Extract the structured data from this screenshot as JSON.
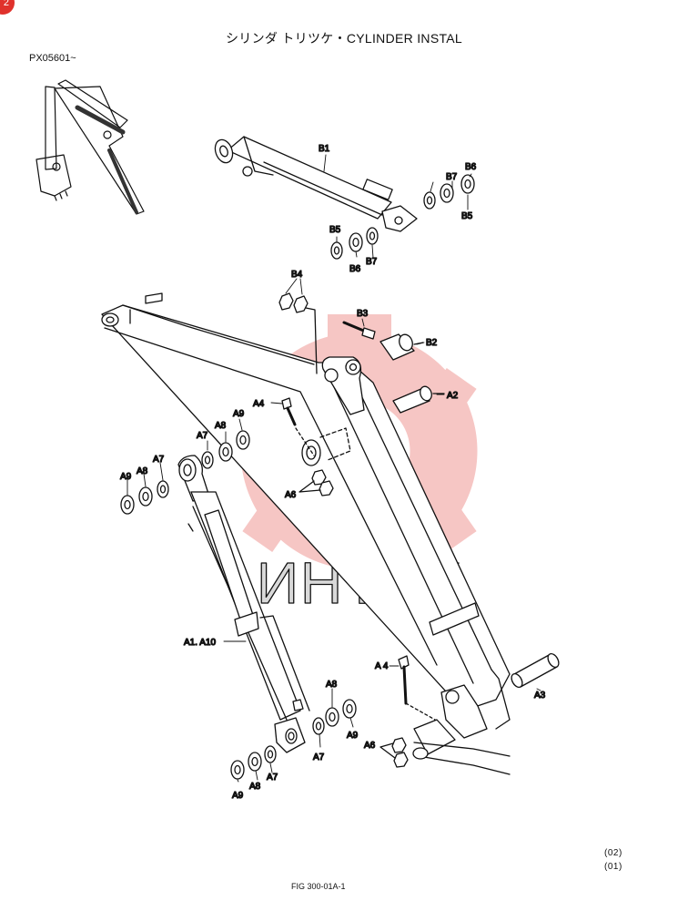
{
  "header": {
    "title": "シリンダ トリツケ・CYLINDER INSTAL",
    "serial": "PX05601~",
    "badge": "2"
  },
  "watermark": {
    "text": "ИНТЕХ",
    "gear_color": "#f6c6c4",
    "text_color": "#d9d9d9"
  },
  "labels": {
    "B1": "B1",
    "B2": "B2",
    "B3": "B3",
    "B4": "B4",
    "B5_upper": "B5",
    "B6_upper": "B6",
    "B7_upper": "B7",
    "B5_lower": "B5",
    "B6_lower": "B6",
    "B7_lower": "B7",
    "A1_A10": "A1. A10",
    "A2": "A2",
    "A3": "A3",
    "A4_upper": "A4",
    "A4_lower": "A 4",
    "A6_upper": "A6",
    "A6_lower": "A6",
    "A7_1": "A7",
    "A8_1": "A8",
    "A9_1": "A9",
    "A7_2": "A7",
    "A8_2": "A8",
    "A9_2": "A9",
    "A7_3": "A7",
    "A8_3": "A8",
    "A9_3": "A9",
    "A7_4": "A7",
    "A8_4": "A8",
    "A9_4": "A9"
  },
  "footer": {
    "rev1": "(02)",
    "rev2": "(01)",
    "figure": "FIG 300-01A-1"
  }
}
